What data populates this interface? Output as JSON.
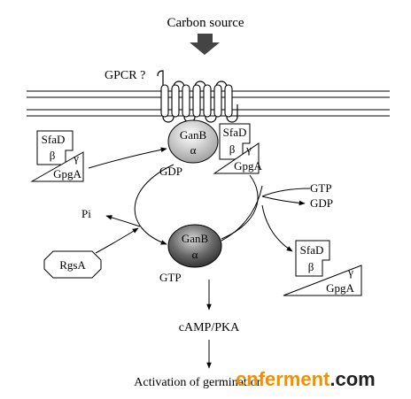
{
  "labels": {
    "carbon_source": "Carbon source",
    "gpcr": "GPCR ?",
    "ganb": "GanB",
    "alpha": "α",
    "beta": "β",
    "gamma": "γ",
    "sfad": "SfaD",
    "gpga": "GpgA",
    "gdp": "GDP",
    "gtp": "GTP",
    "pi": "Pi",
    "rgsa": "RgsA",
    "camp_pka": "cAMP/PKA",
    "activation": "Activation of germination"
  },
  "watermark": {
    "part1": "cn",
    "part2": "ferment",
    "part3": ".com"
  },
  "colors": {
    "watermark_orange": "#f29100",
    "watermark_dark": "#222222"
  }
}
